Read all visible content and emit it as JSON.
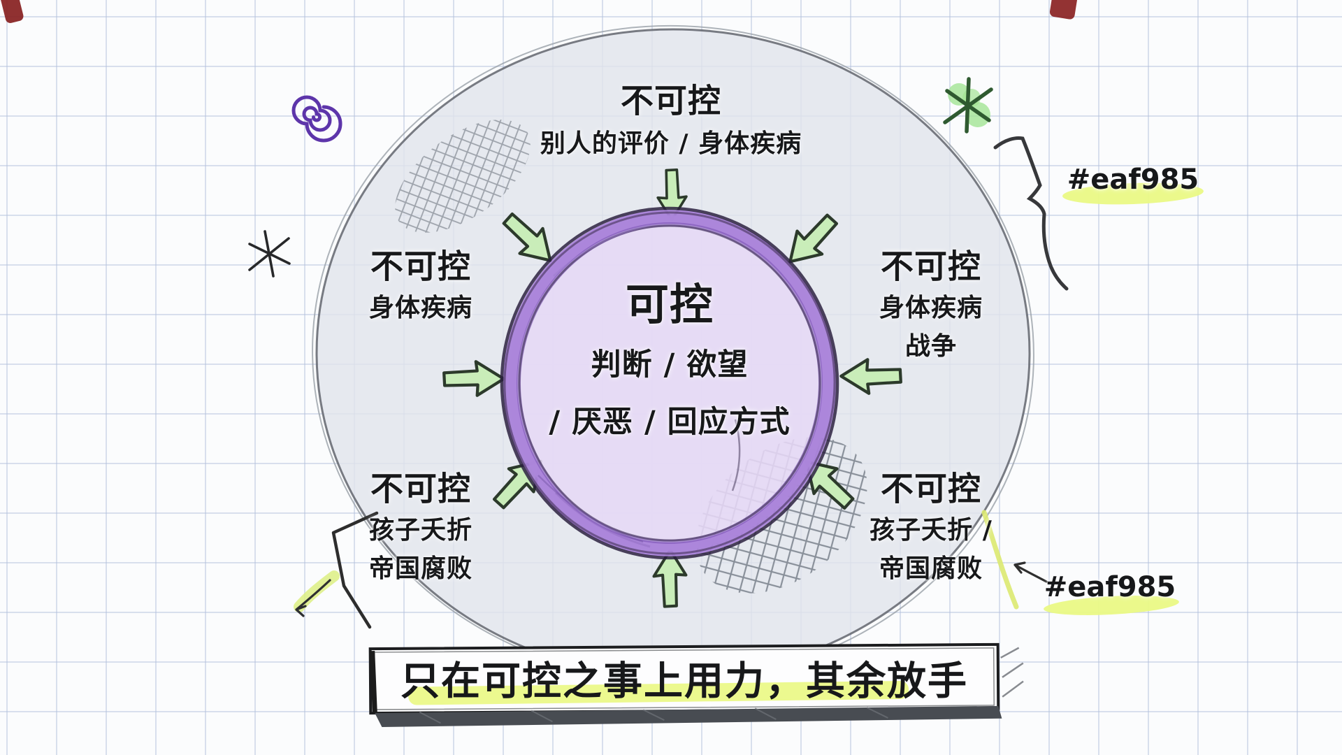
{
  "diagram": {
    "center": {
      "title": "可控",
      "line1": "判断 / 欲望",
      "line2": "/ 厌恶 / 回应方式"
    },
    "top": {
      "title": "不可控",
      "sub1": "别人的评价 / 身体疾病"
    },
    "left": {
      "title": "不可控",
      "sub1": "身体疾病"
    },
    "right": {
      "title": "不可控",
      "sub1": "身体疾病",
      "sub2": "战争"
    },
    "bottom_left": {
      "title": "不可控",
      "sub1": "孩子夭折",
      "sub2": "帝国腐败"
    },
    "bottom_right": {
      "title": "不可控",
      "sub1": "孩子夭折 /",
      "sub2": "帝国腐败"
    }
  },
  "annotations": {
    "hex_top_right": "#eaf985",
    "hex_bottom_right": "#eaf985"
  },
  "banner": {
    "text": "只在可控之事上用力，其余放手"
  },
  "colors": {
    "highlight": "#eaf985",
    "inner_ring_purple": "#a982d9",
    "inner_fill": "#e7daf6",
    "outer_fill": "#e4e7ed",
    "arrow_green": "#c9edb9",
    "spiral_purple": "#5d35aa",
    "text": "#17181a"
  },
  "icons": {
    "arrows": "green-inward-arrow",
    "doodles": [
      "spiral",
      "black-asterisk",
      "green-asterisk",
      "curly-brace",
      "corner-bracket",
      "crosshatch",
      "highlighter-swoosh"
    ]
  }
}
